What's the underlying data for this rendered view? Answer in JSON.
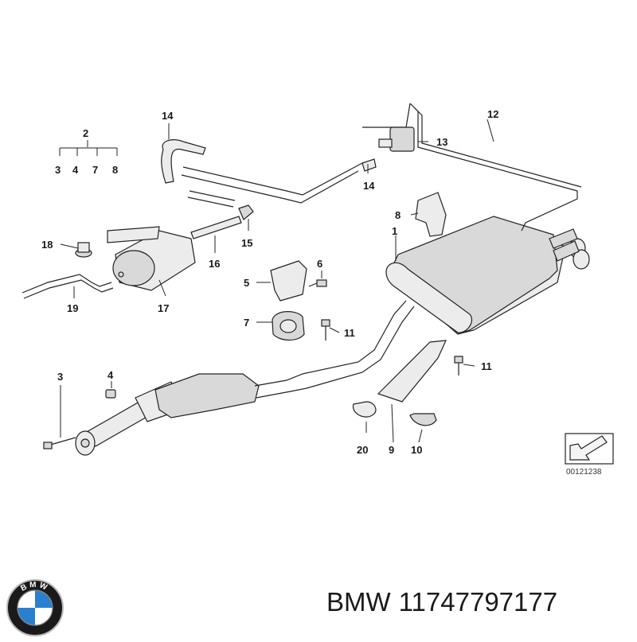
{
  "diagram": {
    "callouts": [
      "1",
      "2",
      "3",
      "4",
      "5",
      "6",
      "7",
      "8",
      "9",
      "10",
      "11",
      "12",
      "13",
      "14",
      "15",
      "16",
      "17",
      "18",
      "19",
      "20"
    ],
    "group_labels": [
      "3",
      "4",
      "7",
      "8"
    ],
    "label_14": "14",
    "label_11": "11",
    "label_3b": "3",
    "label_4b": "4",
    "reference_code": "00121238"
  },
  "footer": {
    "brand": "BMW",
    "part_number": "11747797177",
    "logo_text": "BMW",
    "logo_colors": {
      "blue": "#2a7fd0",
      "white": "#ffffff",
      "ring": "#1a1a1a"
    }
  }
}
